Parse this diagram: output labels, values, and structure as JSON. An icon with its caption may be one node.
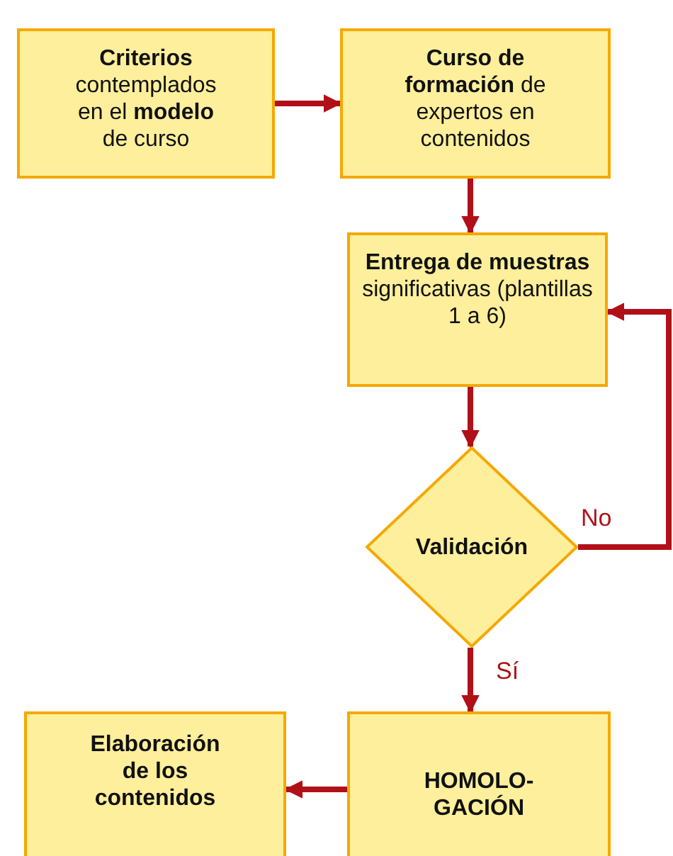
{
  "diagram": {
    "nodes": [
      {
        "text": [
          "**Criterios** contemplados en el **modelo** de curso"
        ]
      },
      {
        "text": [
          "**Curso de formación** de expertos en contenidos"
        ]
      },
      {
        "text": [
          "**Entrega de muestras** significativas (plantillas 1 a 6)"
        ]
      },
      {
        "text": [
          "Validación"
        ]
      },
      {
        "text": [
          "HOMOLO- GACIÓN"
        ]
      },
      {
        "text": [
          "Elaboración de los contenidos"
        ]
      }
    ],
    "edges": [
      {
        "from": 0,
        "to": 1,
        "arrow": "to"
      },
      {
        "from": 1,
        "to": 2,
        "arrow": "to"
      },
      {
        "from": 2,
        "to": 3,
        "arrow": "to"
      },
      {
        "from": 3,
        "to": 2,
        "arrow": "to",
        "label": "No"
      },
      {
        "from": 3,
        "to": 4,
        "arrow": "to",
        "label": "Sí"
      },
      {
        "from": 4,
        "to": 5,
        "arrow": "to"
      }
    ]
  }
}
